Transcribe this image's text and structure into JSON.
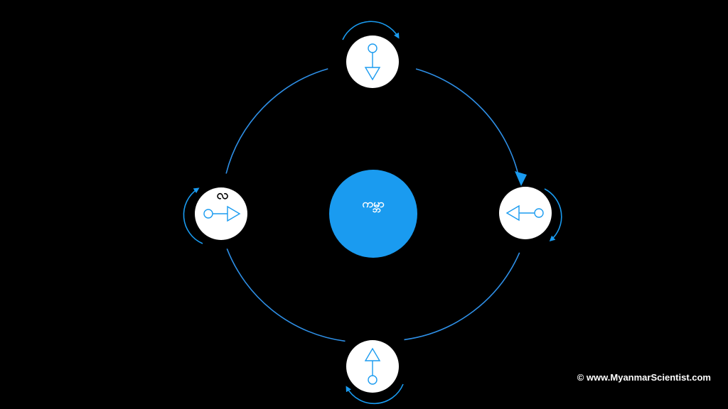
{
  "diagram": {
    "center_label": "ကမ္ဘာ",
    "moon_label": "လ",
    "copyright": "© www.MyanmarScientist.com"
  },
  "colors": {
    "background": "#000000",
    "earth": "#1a9bf0",
    "orbit": "#2e8fe6",
    "moon": "#ffffff",
    "arrow": "#1a9bf0"
  },
  "icons": [
    "direction-arrow-down-icon",
    "direction-arrow-left-icon",
    "direction-arrow-up-icon",
    "direction-arrow-right-icon"
  ]
}
